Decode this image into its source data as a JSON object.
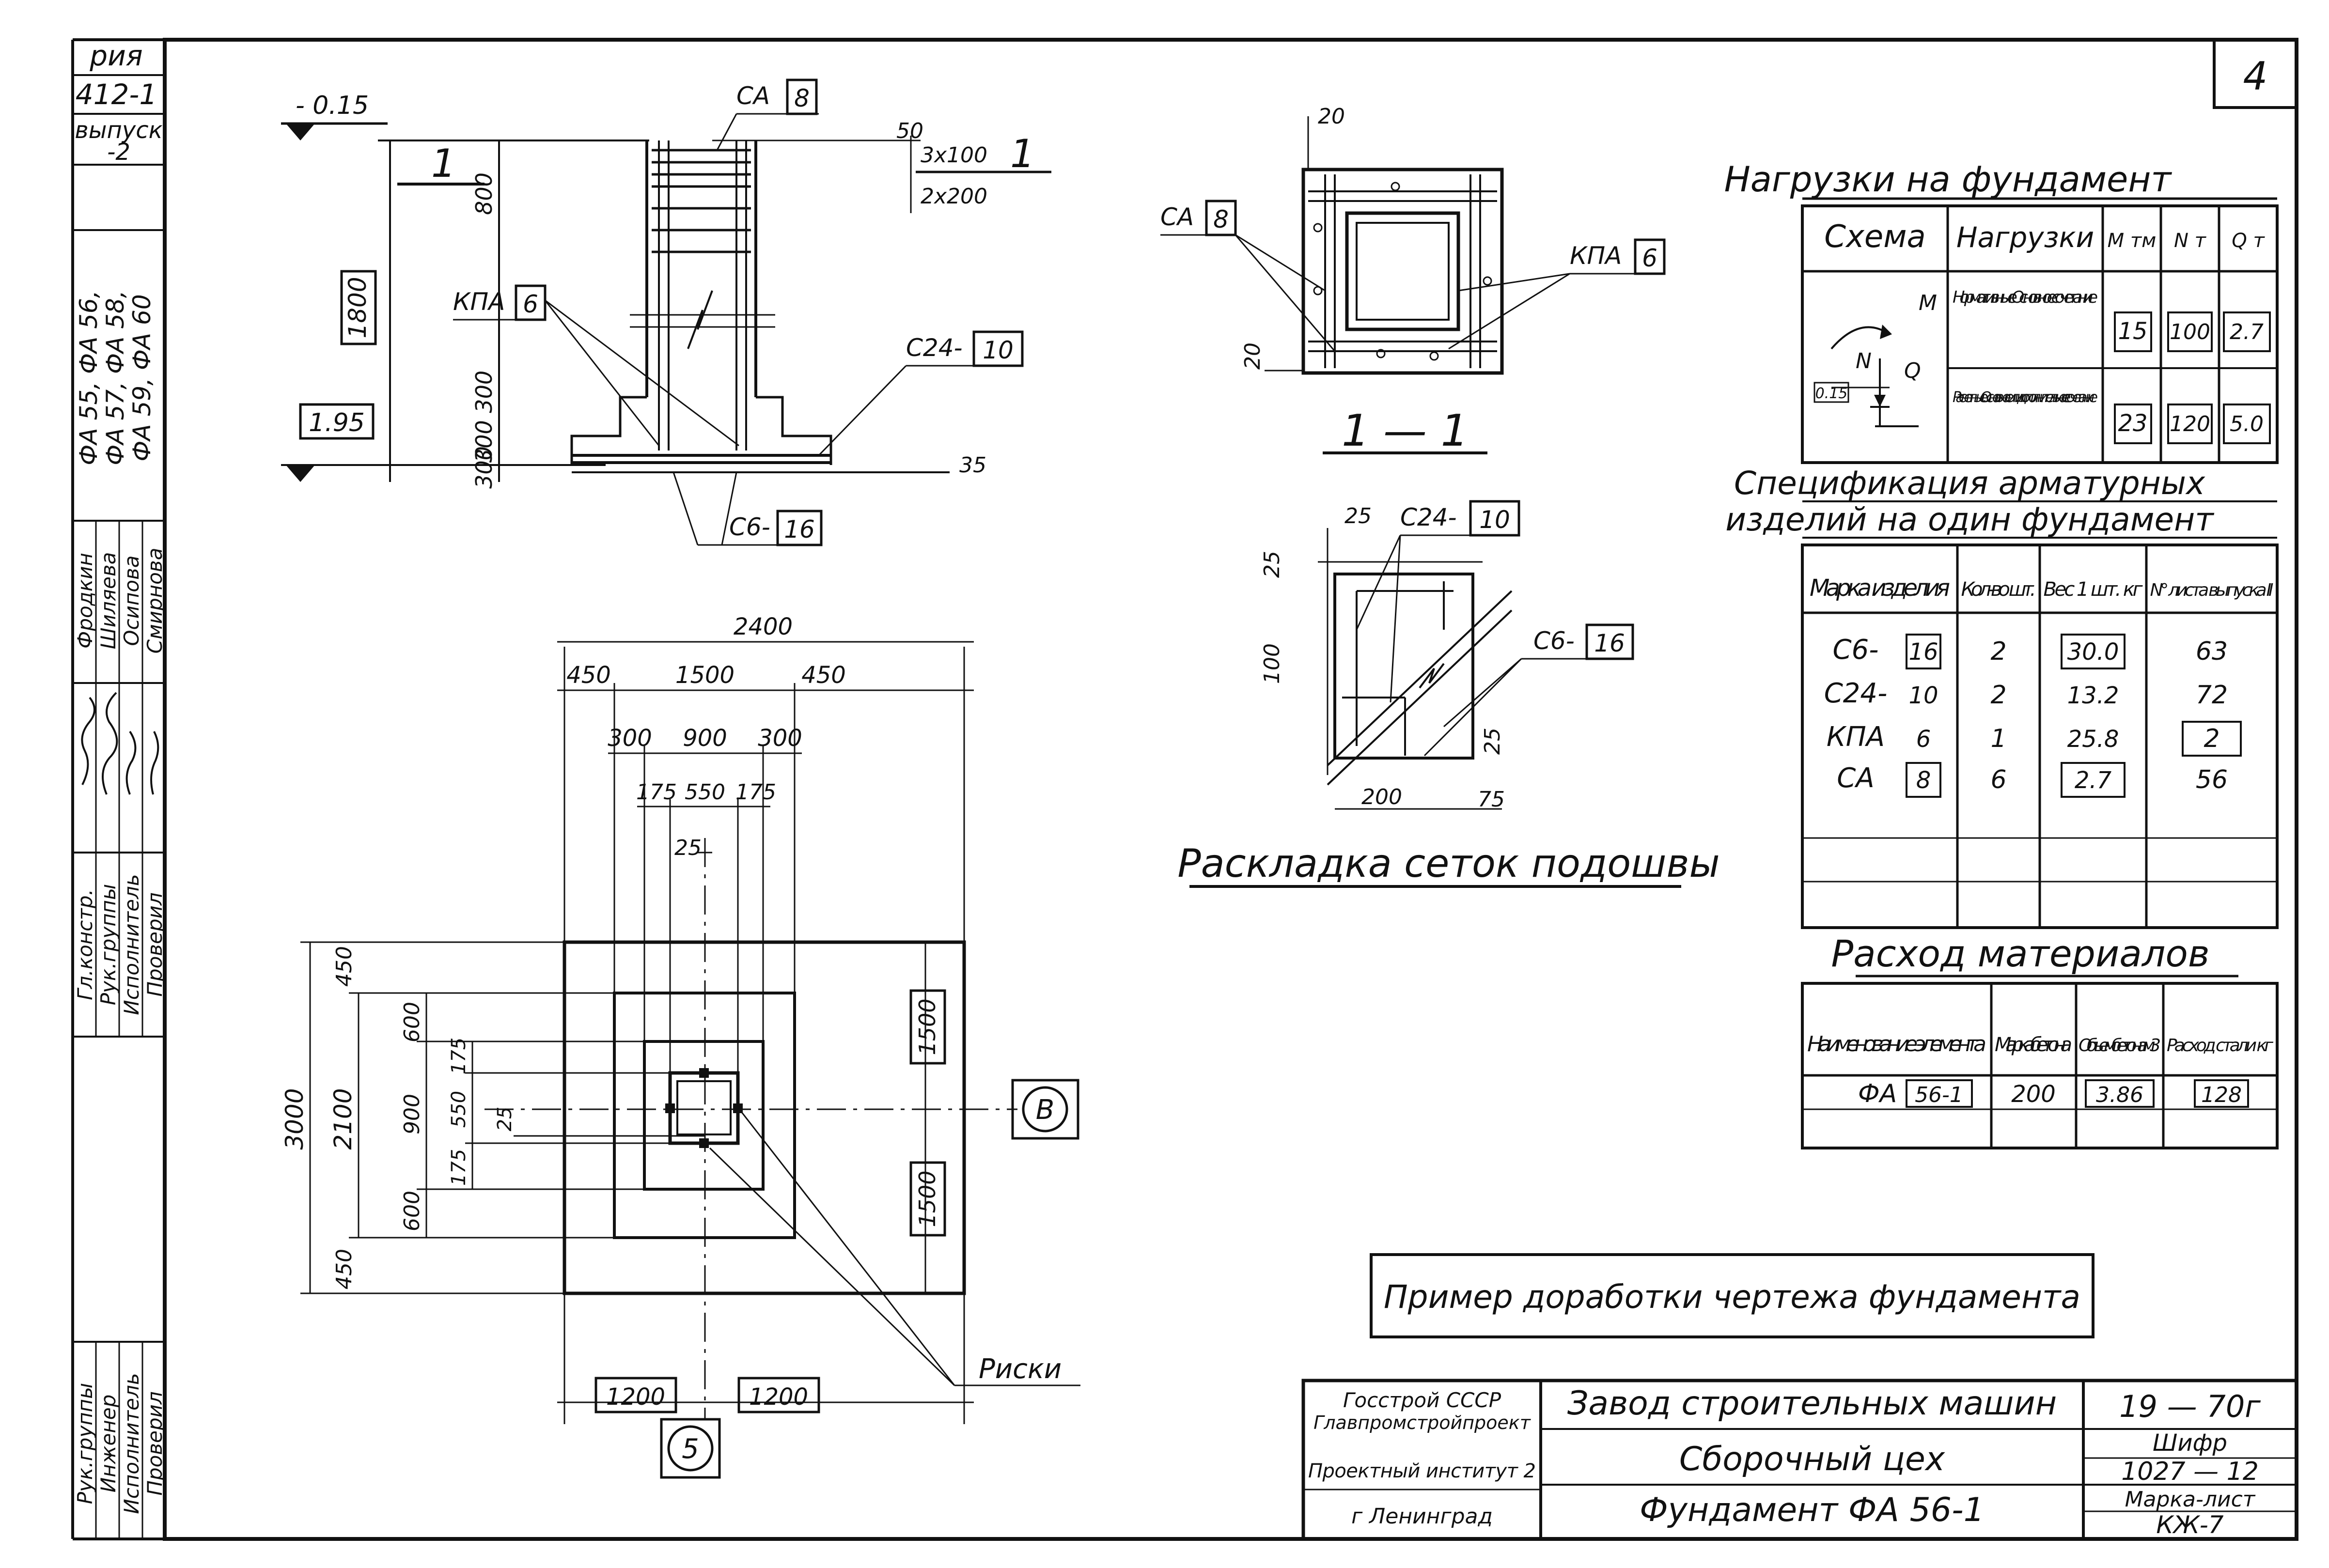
{
  "sheet": {
    "sheet_number": "4",
    "note_caption": "Пример доработки чертежа фундамента"
  },
  "left_strip": {
    "series_top": [
      "рия",
      "412-1",
      "выпуск",
      "-2"
    ],
    "marks": [
      "ФА 55, ФА 56,",
      "ФА 57, ФА 58,",
      "ФА 59, ФА 60"
    ],
    "roles": [
      "Гл.констр.",
      "Рук.группы",
      "Исполнитель",
      "Проверил"
    ],
    "names": [
      "Фродкин",
      "Шиляева",
      "Осипова",
      "Смирнова"
    ],
    "roles_bottom": [
      "Рук.группы",
      "Инженер",
      "Исполнитель",
      "Проверил"
    ]
  },
  "elevation": {
    "level_top": "- 0.15",
    "level_bottom": "1.95",
    "section_mark": "1",
    "height_total": "1800",
    "height_top": "800",
    "steps": "300 300",
    "step_bottom": "300",
    "callouts": [
      {
        "code": "СА",
        "num": "8"
      },
      {
        "code": "КПА",
        "num": "6"
      },
      {
        "code": "С24-",
        "num": "10"
      },
      {
        "code": "С6-",
        "num": "16"
      }
    ],
    "rebar_50": "50",
    "rebar_3x100": "3x100",
    "rebar_2x200": "2x200",
    "rebar_35": "35",
    "section_ref": "1"
  },
  "section11": {
    "title": "1 — 1",
    "dim_20_top": "20",
    "dim_20_left": "20",
    "ca_code": "СА",
    "ca_num": "8",
    "kpa_code": "КПА",
    "kpa_num": "6"
  },
  "mesh": {
    "title": "Раскладка сеток подошвы",
    "c24_code": "С24-",
    "c24_num": "10",
    "c6_code": "С6-",
    "c6_num": "16",
    "d25a": "25",
    "d25b": "25",
    "d100": "100",
    "d25c": "25",
    "d200": "200",
    "d75": "75"
  },
  "plan": {
    "top_dims": [
      "2400",
      "450",
      "1500",
      "450",
      "300",
      "900",
      "300",
      "175",
      "550",
      "175",
      "25"
    ],
    "left_dims": [
      "3000",
      "2100",
      "450",
      "600",
      "175",
      "900",
      "550",
      "25",
      "175",
      "600",
      "450"
    ],
    "right_dims": [
      "1500",
      "1500"
    ],
    "bottom_dims": [
      "1200",
      "1200"
    ],
    "axis_b": "В",
    "axis_5": "5",
    "risk_label": "Риски"
  },
  "loads_table": {
    "title": "Нагрузки на фундамент",
    "headers": [
      "Схема",
      "Нагрузки",
      "М тм",
      "N т",
      "Q т"
    ],
    "scheme_labels": {
      "m": "М",
      "n": "N",
      "q": "Q",
      "lvl": "0.15"
    },
    "rows": [
      {
        "label": "Нормативные. Основное сочетание",
        "m": "15",
        "n": "100",
        "q": "2.7"
      },
      {
        "label": "Расчетные. Основное или дополнительное сочетание",
        "m": "23",
        "n": "120",
        "q": "5.0"
      }
    ]
  },
  "spec_table": {
    "title_1": "Спецификация арматурных",
    "title_2": "изделий на один фундамент",
    "headers": [
      "Марка изделия",
      "Кол-во шт.",
      "Вес 1 шт. кг",
      "N° листа выпуска II"
    ],
    "rows": [
      {
        "code": "С6-",
        "num": "16",
        "qty": "2",
        "weight": "30.0",
        "sheet": "63"
      },
      {
        "code": "С24-",
        "num": "10",
        "qty": "2",
        "weight": "13.2",
        "sheet": "72"
      },
      {
        "code": "КПА",
        "num": "6",
        "qty": "1",
        "weight": "25.8",
        "sheet": "2"
      },
      {
        "code": "СА",
        "num": "8",
        "qty": "6",
        "weight": "2.7",
        "sheet": "56"
      }
    ]
  },
  "materials_table": {
    "title": "Расход материалов",
    "headers": [
      "Наименование элемента",
      "Марка бетона",
      "Объем бетона м3",
      "Расход стали кг"
    ],
    "rows": [
      {
        "name": "ФА",
        "mark": "56-1",
        "concrete": "200",
        "volume": "3.86",
        "steel": "128"
      }
    ]
  },
  "title_block": {
    "org": [
      "Госстрой СССР",
      "Главпромстройпроект",
      "Проектный институт 2",
      "г Ленинград"
    ],
    "line1": "Завод строительных машин",
    "line2": "Сборочный цех",
    "line3": "Фундамент ФА 56-1",
    "year": "19 — 70г",
    "cipher_label": "Шифр",
    "cipher": "1027 — 12",
    "mark_label": "Марка-лист",
    "mark": "КЖ-7"
  }
}
